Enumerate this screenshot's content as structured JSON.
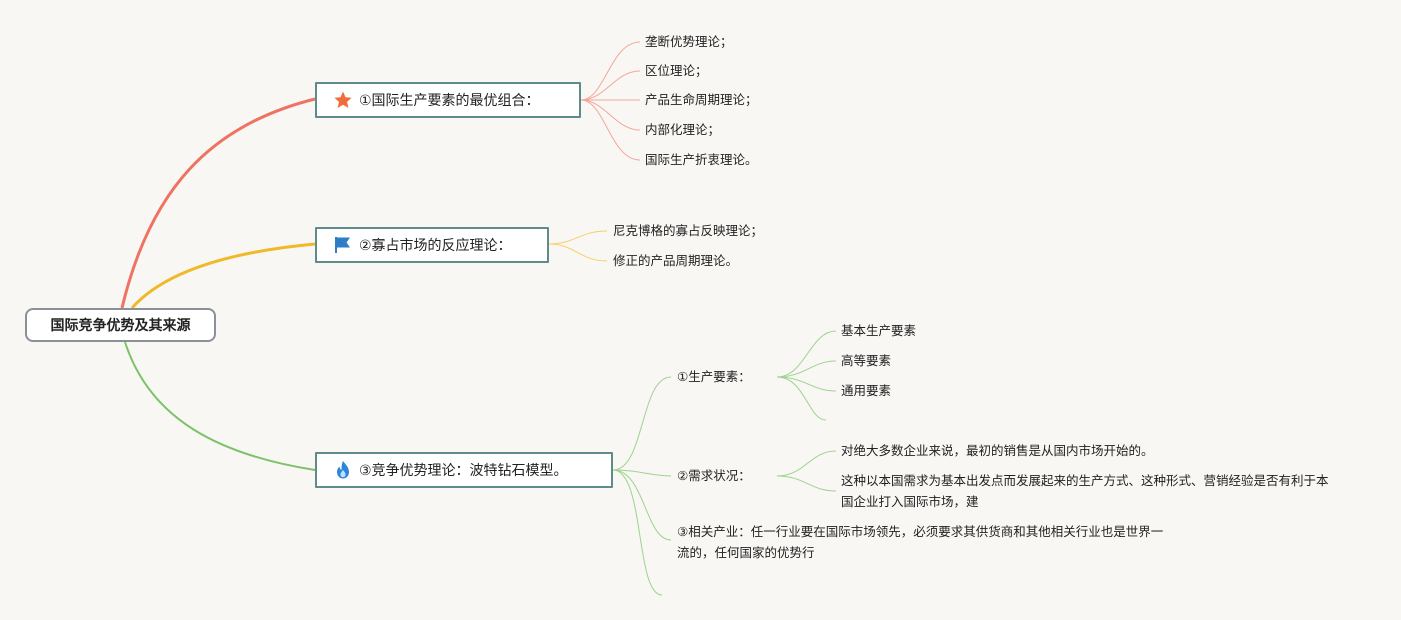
{
  "root": {
    "label": "国际竞争优势及其来源"
  },
  "branches": [
    {
      "label": "①国际生产要素的最优组合：",
      "icon": "star-icon",
      "color": "#ee7363",
      "children": [
        "垄断优势理论；",
        "区位理论；",
        "产品生命周期理论；",
        "内部化理论；",
        "国际生产折衷理论。"
      ]
    },
    {
      "label": "②寡占市场的反应理论：",
      "icon": "flag-icon",
      "color": "#f0b92a",
      "children": [
        "尼克博格的寡占反映理论；",
        "修正的产品周期理论。"
      ]
    },
    {
      "label": "③竞争优势理论：波特钻石模型。",
      "icon": "fire-icon",
      "color": "#7dc26a",
      "children": [
        {
          "label": "①生产要素：",
          "children": [
            "基本生产要素",
            "高等要素",
            "通用要素",
            ""
          ]
        },
        {
          "label": "②需求状况：",
          "children": [
            "对绝大多数企业来说，最初的销售是从国内市场开始的。",
            "这种以本国需求为基本出发点而发展起来的生产方式、这种形式、营销经验是否有利于本国企业打入国际市场，建"
          ]
        },
        {
          "label": "③相关产业：任一行业要在国际市场领先，必须要求其供货商和其他相关行业也是世界一流的，任何国家的优势行",
          "children": []
        },
        {
          "label": "",
          "children": []
        }
      ]
    }
  ]
}
